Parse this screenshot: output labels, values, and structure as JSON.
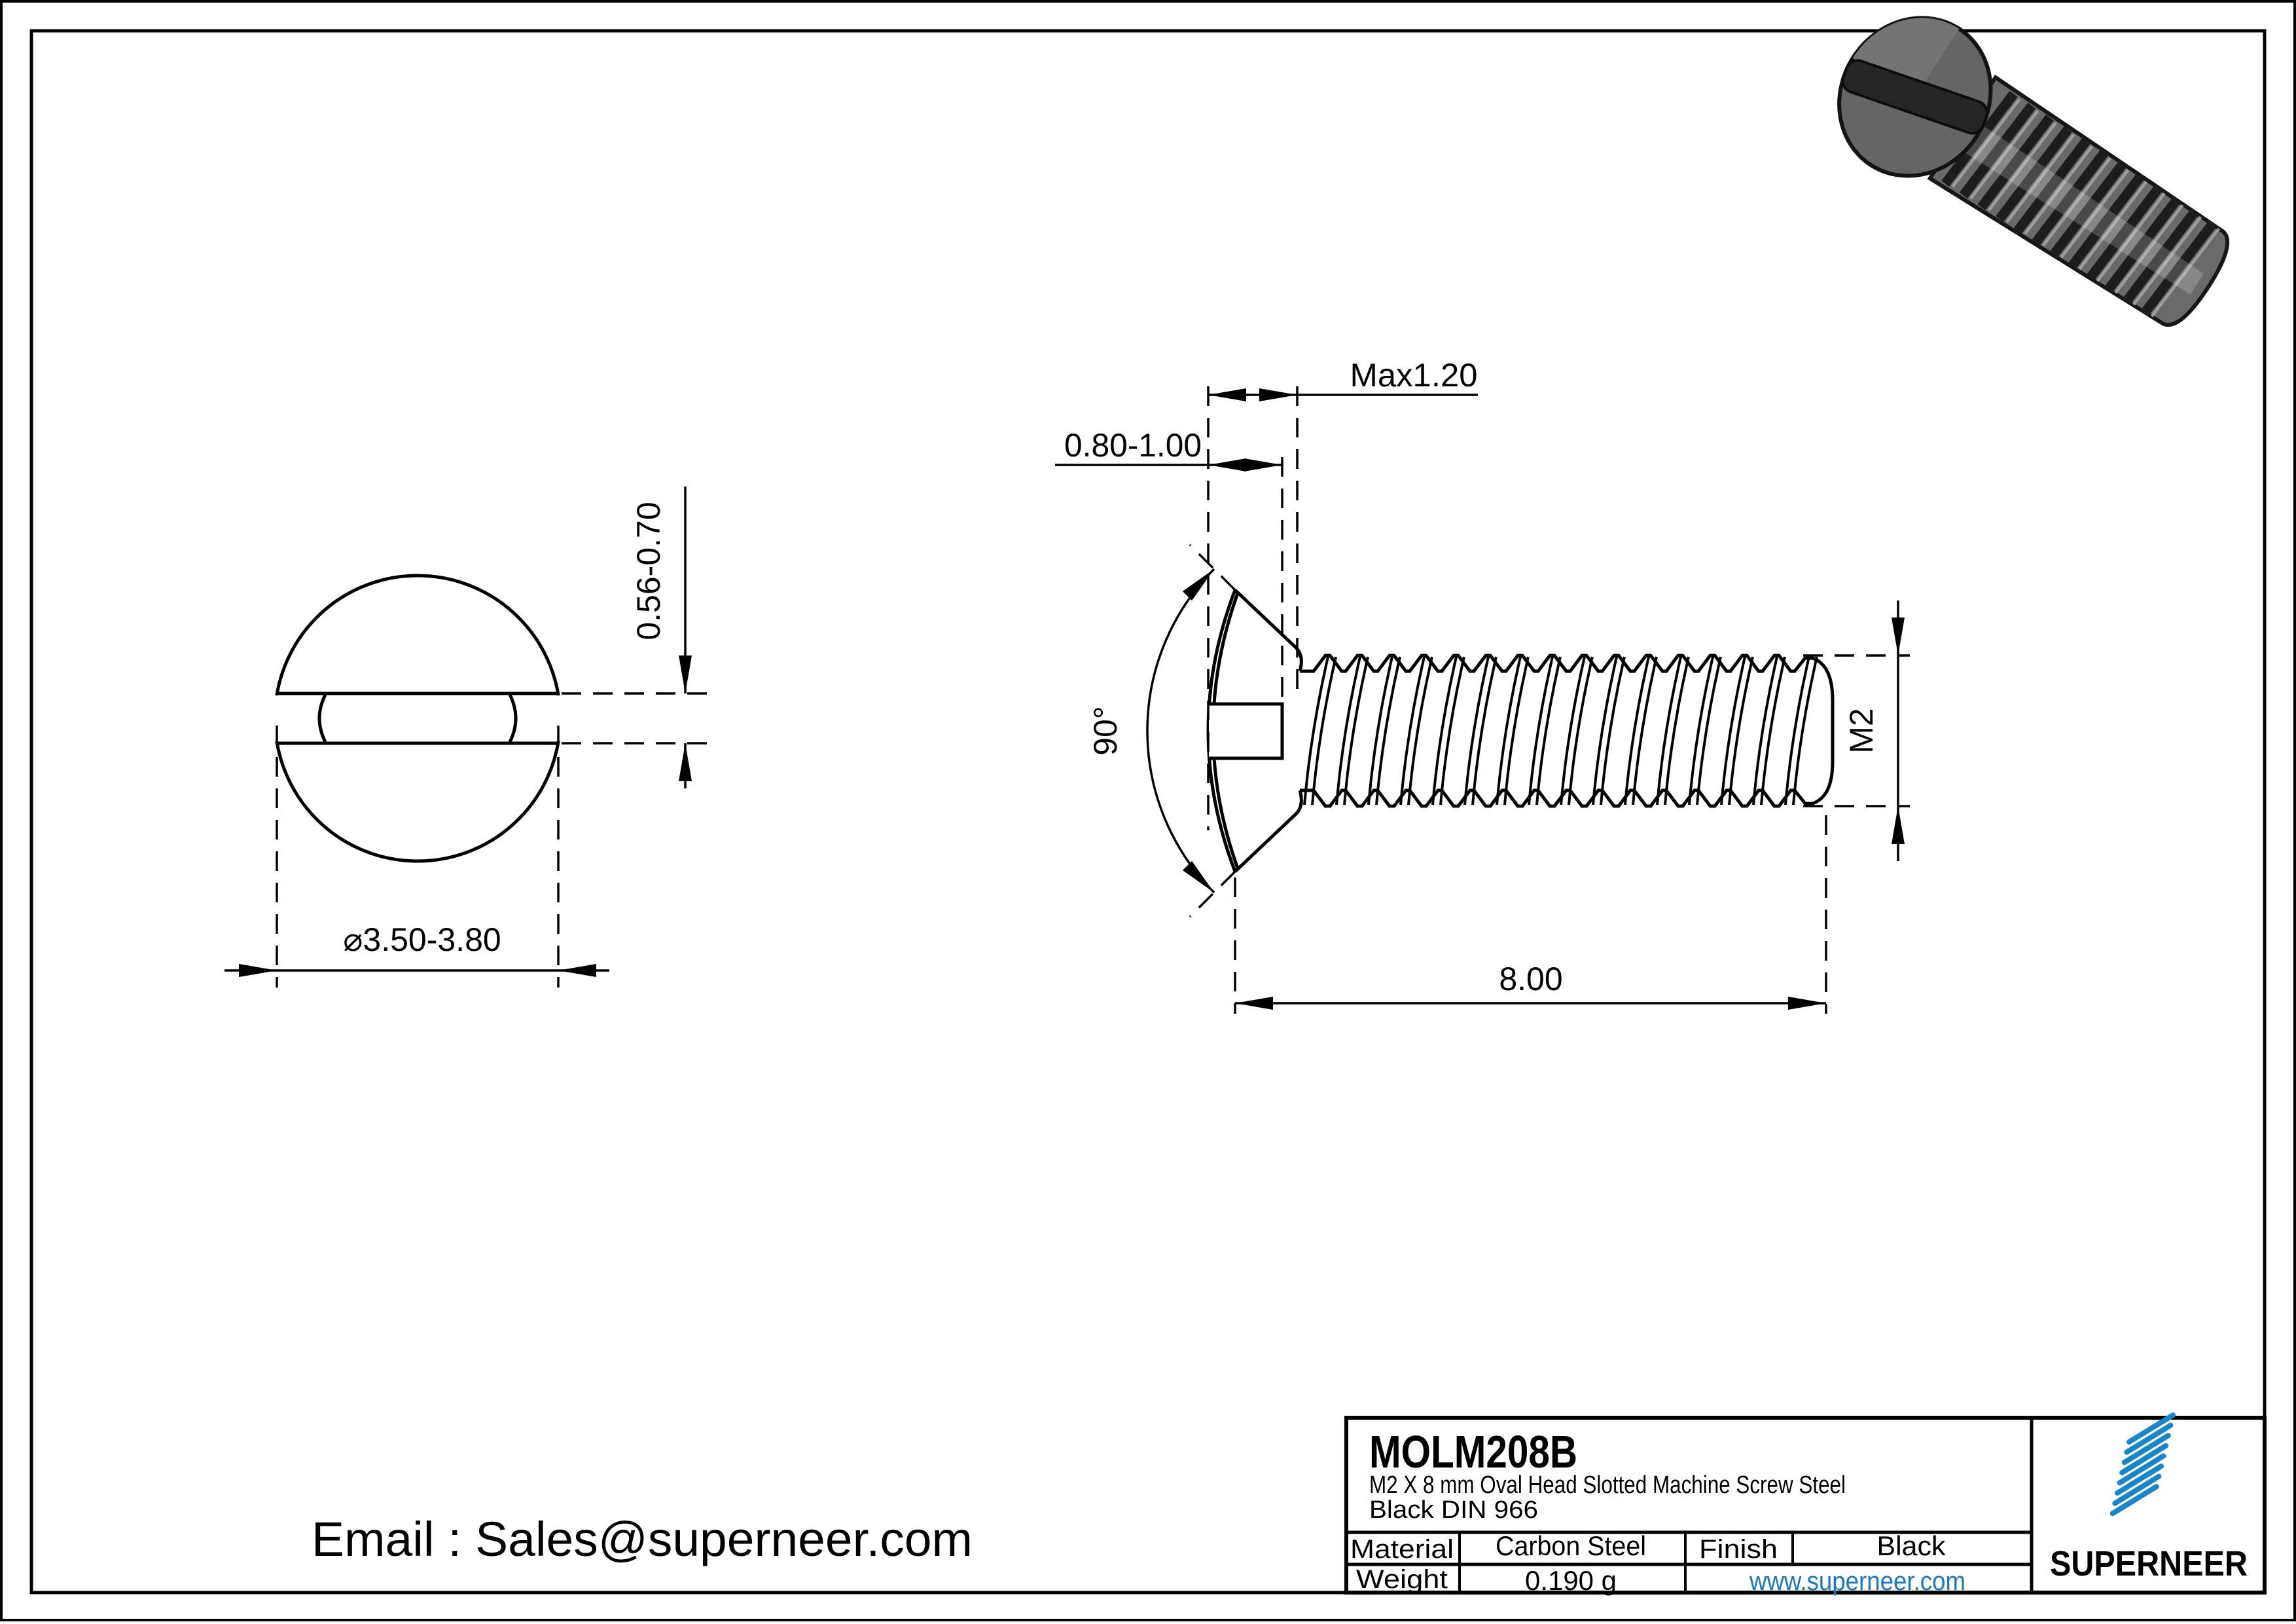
{
  "drawing": {
    "front_view": {
      "diameter_label": "⌀3.50-3.80",
      "slot_width_label": "0.56-0.70"
    },
    "side_view": {
      "head_height_label": "Max1.20",
      "slot_depth_label": "0.80-1.00",
      "head_angle_label": "90°",
      "thread_size_label": "M2",
      "length_label": "8.00"
    }
  },
  "title_block": {
    "part_number": "MOLM208B",
    "description_line1": "M2 X 8 mm  Oval Head Slotted Machine Screw Steel",
    "description_line2": "Black DIN 966",
    "material_label": "Material",
    "material_value": "Carbon Steel",
    "finish_label": "Finish",
    "finish_value": "Black",
    "weight_label": "Weight",
    "weight_value": "0.190 g",
    "website": "www.superneer.com",
    "brand": "SUPERNEER"
  },
  "footer": {
    "email": "Email : Sales@superneer.com"
  },
  "colors": {
    "line": "#000000",
    "link_blue": "#1779c5",
    "brand_blue": "#1787c9"
  }
}
